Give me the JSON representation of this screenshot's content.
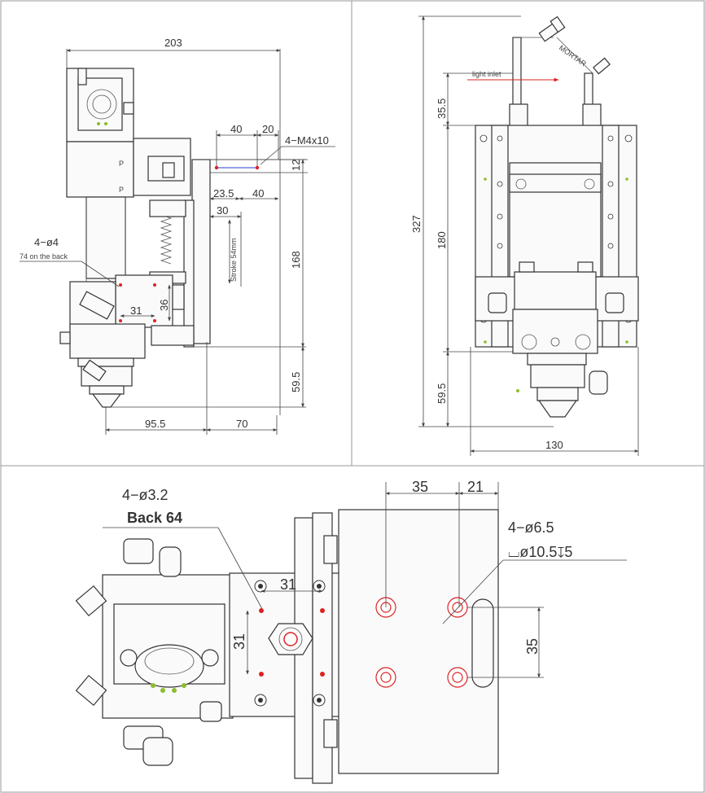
{
  "views": {
    "side": {
      "dims": {
        "width_total": "203",
        "d40": "40",
        "d20": "20",
        "thread": "4−M4x10",
        "d12": "12",
        "d23_5": "23.5",
        "d40b": "40",
        "d30": "30",
        "stroke": "Stroke 54mm",
        "d168": "168",
        "holes": "4−ø4",
        "holes_back": "74 on the back",
        "d31": "31",
        "d36": "36",
        "d59_5": "59.5",
        "d95_5": "95.5",
        "d70": "70",
        "p1": "P",
        "p2": "P"
      }
    },
    "front": {
      "dims": {
        "label_light": "light inlet",
        "label_mortar": "MORTAR",
        "d35_5": "35.5",
        "d327": "327",
        "d180": "180",
        "d59_5": "59.5",
        "d130": "130"
      }
    },
    "detail": {
      "dims": {
        "holes_small": "4−ø3.2",
        "back64": "Back 64",
        "d31a": "31",
        "d31b": "31",
        "d35a": "35",
        "d21": "21",
        "holes_big": "4−ø6.5",
        "counterbore": "⌴ø10.5↧5",
        "d35b": "35"
      }
    }
  }
}
